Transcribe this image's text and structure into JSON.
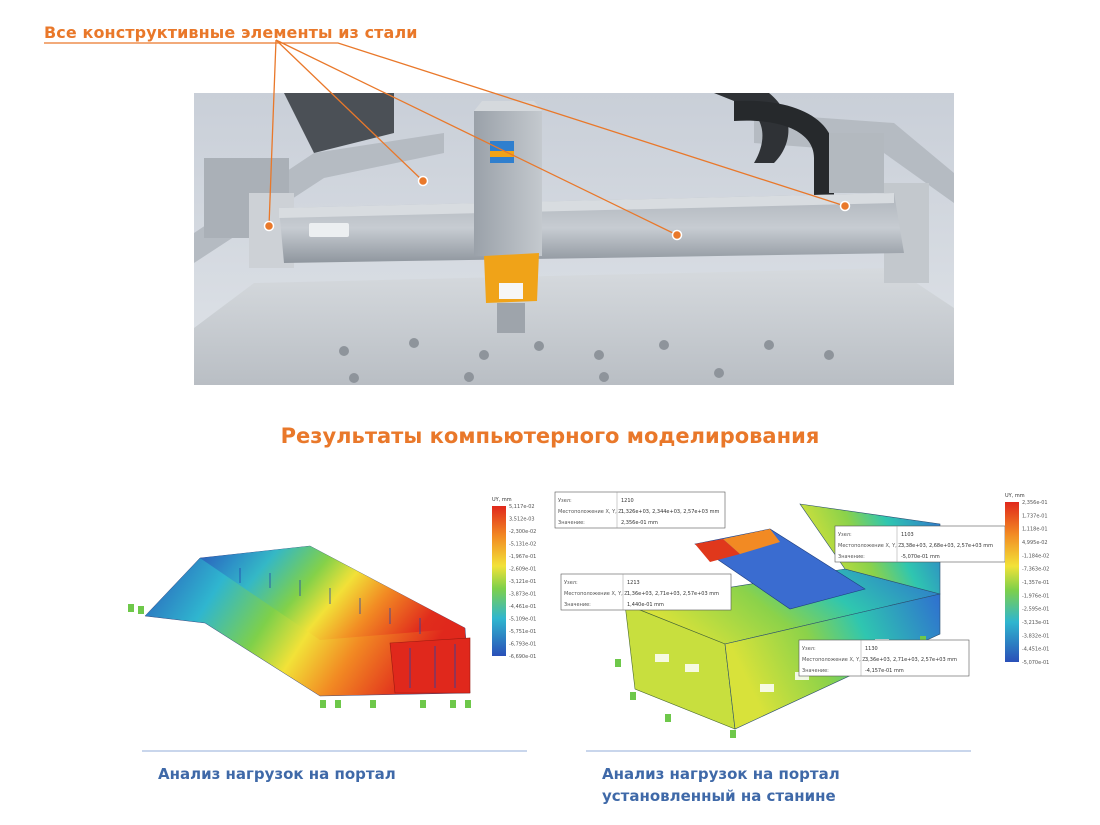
{
  "header": {
    "label": "Все конструктивные элементы из стали"
  },
  "section": {
    "title": "Результаты компьютерного моделирования"
  },
  "captions": {
    "left": "Анализ нагрузок на портал",
    "right_line1": "Анализ нагрузок на портал",
    "right_line2": "установленный на станине"
  },
  "sim_left": {
    "units": "UY, mm",
    "ticks": [
      "5,117e-02",
      "3,512e-03",
      "-2,300e-02",
      "-5,131e-02",
      "-1,967e-01",
      "-2,609e-01",
      "-3,121e-01",
      "-3,873e-01",
      "-4,461e-01",
      "-5,109e-01",
      "-5,751e-01",
      "-6,793e-01",
      "-6,690e-01"
    ]
  },
  "sim_right": {
    "units": "UY, mm",
    "ticks": [
      "2,356e-01",
      "1,737e-01",
      "1,118e-01",
      "4,995e-02",
      "-1,184e-02",
      "-7,363e-02",
      "-1,357e-01",
      "-1,976e-01",
      "-2,595e-01",
      "-3,213e-01",
      "-3,832e-01",
      "-4,451e-01",
      "-5,070e-01"
    ],
    "callouts": [
      {
        "node_label": "Узел:",
        "node": "1210",
        "pos_label": "Местоположение X, Y, Z:",
        "pos": "1,326e+03, 2,344e+03, 2,57e+03 mm",
        "val_label": "Значение:",
        "val": "2,356e-01 mm"
      },
      {
        "node_label": "Узел:",
        "node": "1103",
        "pos_label": "Местоположение X, Y, Z:",
        "pos": "3,38e+03, 2,68e+03, 2,57e+03 mm",
        "val_label": "Значение:",
        "val": "-5,070e-01 mm"
      },
      {
        "node_label": "Узел:",
        "node": "1213",
        "pos_label": "Местоположение X, Y, Z:",
        "pos": "1,36e+03, 2,71e+03, 2,57e+03 mm",
        "val_label": "Значение:",
        "val": "1,440e-01 mm"
      },
      {
        "node_label": "Узел:",
        "node": "1130",
        "pos_label": "Местоположение X, Y, Z:",
        "pos": "3,36e+03, 2,71e+03, 2,57e+03 mm",
        "val_label": "Значение:",
        "val": "-4,157e-01 mm"
      }
    ]
  },
  "colors": {
    "accent": "#e9782a",
    "caption": "#3f69a8",
    "rule": "#c9d6ec"
  }
}
